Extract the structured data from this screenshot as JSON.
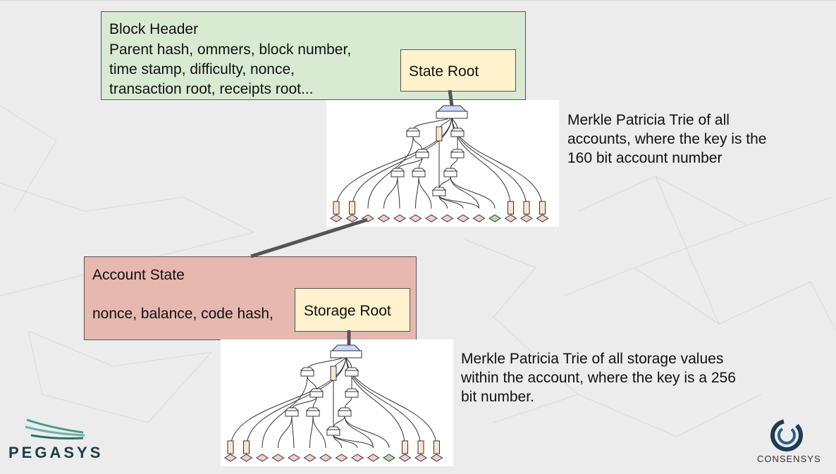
{
  "block_header": {
    "title": "Block Header",
    "fields_line1": "Parent hash, ommers, block number,",
    "fields_line2": "time stamp, difficulty, nonce,",
    "fields_line3": "transaction root, receipts root...",
    "state_root_label": "State Root"
  },
  "account_state": {
    "title": "Account State",
    "fields": "nonce, balance, code hash,",
    "storage_root_label": "Storage Root"
  },
  "descriptions": {
    "accounts_trie_line1": "Merkle Patricia Trie of all",
    "accounts_trie_line2": "accounts, where the key is the",
    "accounts_trie_line3": "160 bit account number",
    "storage_trie_line1": "Merkle Patricia Trie of all storage values",
    "storage_trie_line2": "within the account, where the key is a 256",
    "storage_trie_line3": "bit number."
  },
  "logos": {
    "left": "PEGASYS",
    "right": "CONSENSYS"
  },
  "colors": {
    "header_fill": "#d9ead3",
    "root_fill": "#fff2cc",
    "account_fill": "#e6b8af",
    "leaf_fill": "#f4cccc",
    "highlight_leaf": "#b6d7a8",
    "leaf_box": "#fce5cd"
  }
}
